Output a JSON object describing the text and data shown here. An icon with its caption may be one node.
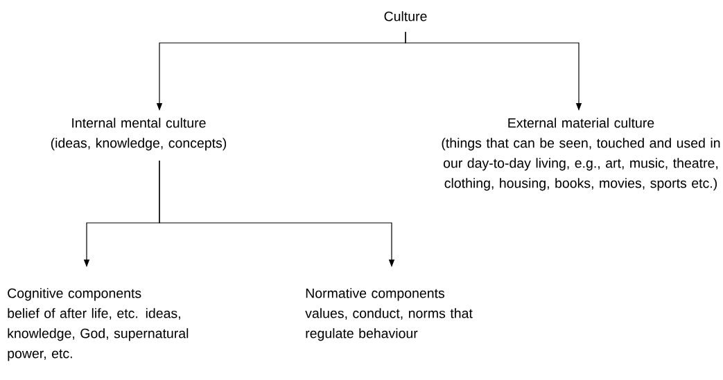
{
  "diagram": {
    "nodes": [
      {
        "text": [
          "Culture"
        ]
      },
      {
        "text": [
          "Internal mental culture",
          "(ideas, knowledge, concepts)"
        ]
      },
      {
        "text": [
          "External material culture",
          "(things that can be seen, touched and used in our day-to-day living, e.g., art, music, theatre, clothing, housing, books, movies, sports etc.)"
        ]
      },
      {
        "text": [
          "Cognitive components",
          "belief of after life, etc. ideas, knowledge, God, supernatural power, etc."
        ]
      },
      {
        "text": [
          "Normative components",
          "values, conduct, norms that regulate behaviour"
        ]
      }
    ],
    "edges": [
      {
        "from": 0,
        "to": 1,
        "arrow": "to"
      },
      {
        "from": 0,
        "to": 2,
        "arrow": "to"
      },
      {
        "from": 1,
        "to": 3,
        "arrow": "to"
      },
      {
        "from": 1,
        "to": 4,
        "arrow": "to"
      }
    ]
  }
}
